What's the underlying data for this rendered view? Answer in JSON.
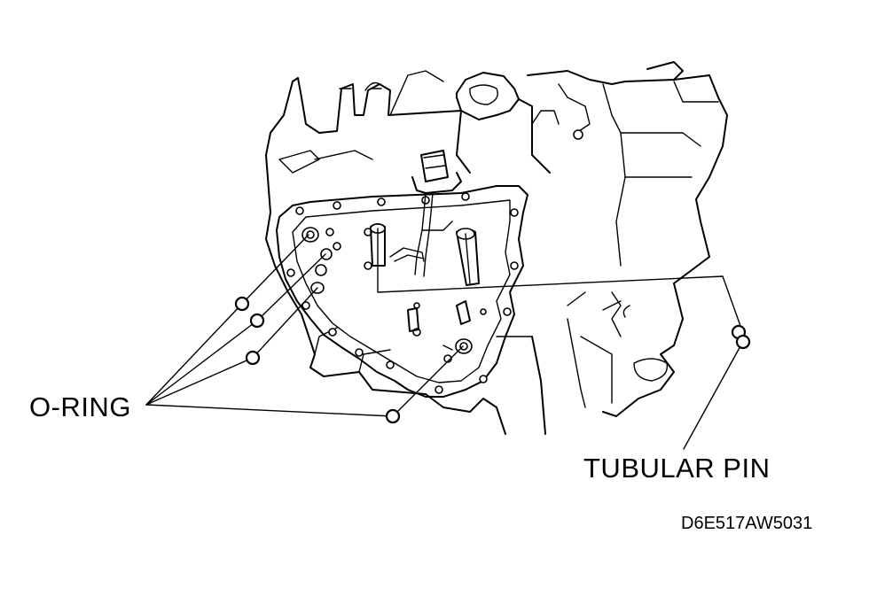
{
  "labels": {
    "o_ring": "O-RING",
    "tubular_pin": "TUBULAR PIN",
    "figure_code": "D6E517AW5031"
  },
  "colors": {
    "line": "#000000",
    "background": "#ffffff"
  }
}
